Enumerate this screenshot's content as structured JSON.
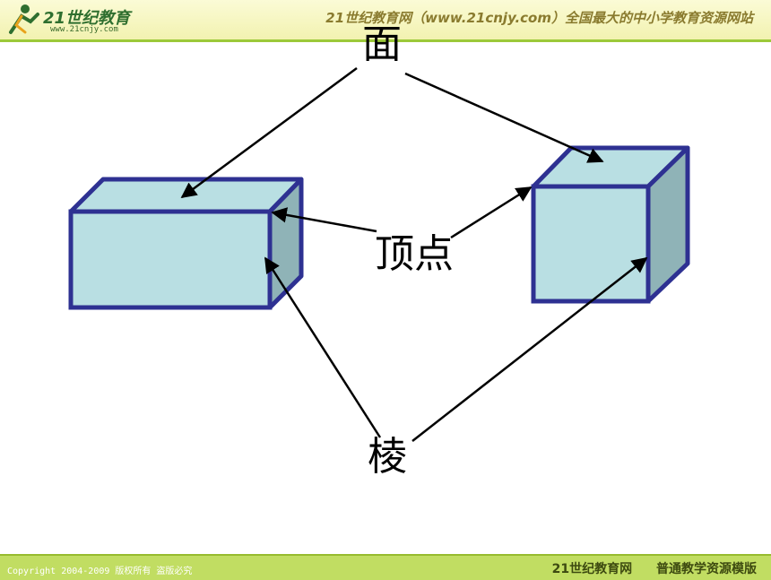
{
  "header": {
    "logo_text": "21世纪教育",
    "logo_url": "www.21cnjy.com",
    "slogan": "21世纪教育网（www.21cnjy.com）全国最大的中小学教育资源网站"
  },
  "labels": {
    "face": "面",
    "vertex": "顶点",
    "edge": "棱"
  },
  "footer": {
    "copyright": "Copyright 2004-2009 版权所有 盗版必究",
    "brand": "21世纪教育网 普通教学资源模版"
  },
  "colors": {
    "face_front": "#b9dfe3",
    "face_side": "#8fb3b7",
    "outline": "#2e3192",
    "arrow": "#000000"
  }
}
